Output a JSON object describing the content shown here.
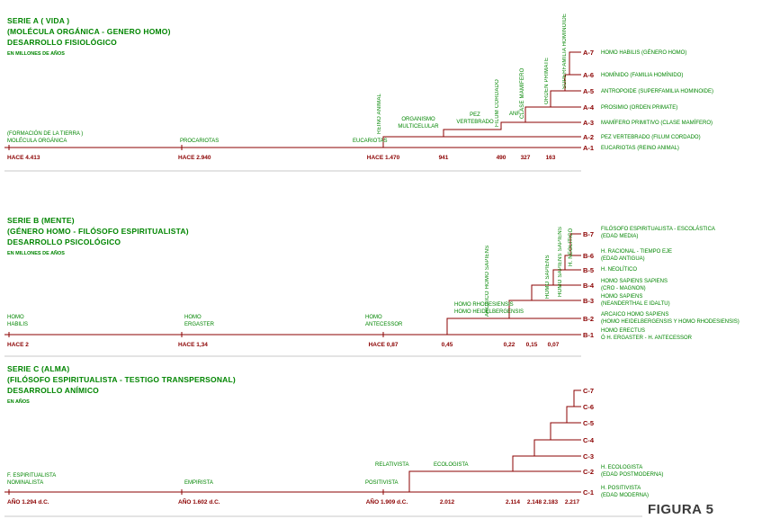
{
  "figure_label": "FIGURA 5",
  "colors": {
    "line_red": "#8b0000",
    "text_green": "#008500",
    "rule_gray": "#c8c8c8",
    "figure_gray": "#3a3a3a"
  },
  "series_a": {
    "title_line1": "SERIE A ( VIDA )",
    "title_line2": "(MOLÉCULA ORGÁNICA - GENERO HOMO)",
    "title_line3": "DESARROLLO FISIOLÓGICO",
    "unit": "EN MILLONES DE AÑOS",
    "origin_line1": "(FORMACIÓN DE LA TIERRA )",
    "origin_line2": "MOLÉCULA ORGÁNICA",
    "stage_labels": {
      "procariotas": "PROCARIOTAS",
      "eucariotas": "EUCARIOTAS",
      "organismo_line1": "ORGANISMO",
      "organismo_line2": "MULTICELULAR",
      "pez_line1": "PEZ",
      "pez_line2": "VERTEBRADO",
      "anf": "ANF."
    },
    "rotated_labels": {
      "reino_animal": "REINO ANIMAL",
      "filum_cordado": "FILUM CORDADO",
      "clase_mamifero": "CLASE MAMÍFERO",
      "orden_primate": "ORDEN PRIMATE",
      "superfamilia_hominoide": "SUPERFAMILIA HOMINOIDE"
    },
    "timeline_values": [
      "HACE 4.413",
      "HACE 2.940",
      "HACE 1.470",
      "941",
      "490",
      "327",
      "163"
    ],
    "ladder": [
      {
        "code": "A-7",
        "label": "HOMO HABILIS (GÉNERO HOMO)"
      },
      {
        "code": "A-6",
        "label": "HOMÍNIDO (FAMILIA HOMÍNIDO)"
      },
      {
        "code": "A-5",
        "label": "ANTROPOIDE (SUPERFAMILIA HOMINOIDE)"
      },
      {
        "code": "A-4",
        "label": "PROSIMIO (ORDEN PRIMATE)"
      },
      {
        "code": "A-3",
        "label": "MAMÍFERO PRIMITIVO (CLASE MAMÍFERO)"
      },
      {
        "code": "A-2",
        "label": "PEZ VERTEBRADO (FILUM CORDADO)"
      },
      {
        "code": "A-1",
        "label": "EUCARIOTAS (REINO ANIMAL)"
      }
    ]
  },
  "series_b": {
    "title_line1": "SERIE B (MENTE)",
    "title_line2": "(GÉNERO HOMO - FILÓSOFO ESPIRITUALISTA)",
    "title_line3": "DESARROLLO PSICOLÓGICO",
    "unit": "EN MILLONES DE AÑOS",
    "stage_labels": {
      "habilis_line1": "HOMO",
      "habilis_line2": "HABILIS",
      "ergaster_line1": "HOMO",
      "ergaster_line2": "ERGASTER",
      "antecessor_line1": "HOMO",
      "antecessor_line2": "ANTECESSOR",
      "rhodesiensis_line1": "HOMO RHODESIENSIS",
      "rhodesiensis_line2": "HOMO HEIDELBERGENSIS"
    },
    "rotated_labels": {
      "arcaico_homo_sapiens": "ARCAICO HOMO SAPIENS",
      "homo_sapiens": "HOMO SAPIENS",
      "homo_sapiens_sapiens": "HOMO SAPIENS SAPIENS",
      "h_neolitico": "H. NEOLÍTICO"
    },
    "timeline_values": [
      "HACE 2",
      "HACE 1,34",
      "HACE 0,87",
      "0,45",
      "0,22",
      "0,15",
      "0,07"
    ],
    "ladder": [
      {
        "code": "B-7",
        "label": "FILÓSOFO ESPIRITUALISTA - ESCOLÁSTICA",
        "label2": "(EDAD MEDIA)"
      },
      {
        "code": "B-6",
        "label": "H. RACIONAL - TIEMPO EJE",
        "label2": "(EDAD ANTIGUA)"
      },
      {
        "code": "B-5",
        "label": "H. NEOLÍTICO",
        "label2": ""
      },
      {
        "code": "B-4",
        "label": "HOMO SAPIENS SAPIENS",
        "label2": "(CRO - MAGNON)"
      },
      {
        "code": "B-3",
        "label": "HOMO SAPIENS",
        "label2": "(NEANDERTHAL E IDALTU)"
      },
      {
        "code": "B-2",
        "label": "ARCAICO HOMO SAPIENS",
        "label2": "(HOMO HEIDELBERGENSIS Y HOMO RHODESIENSIS)"
      },
      {
        "code": "B-1",
        "label": "HOMO ERECTUS",
        "label2": "Ó H. ERGASTER - H. ANTECESSOR"
      }
    ]
  },
  "series_c": {
    "title_line1": "SERIE C (ALMA)",
    "title_line2": "(FILÓSOFO ESPIRITUALISTA - TESTIGO TRANSPERSONAL)",
    "title_line3": "DESARROLLO ANÍMICO",
    "unit": "EN AÑOS",
    "stage_labels": {
      "espiritualista_line1": "F. ESPIRITUALISTA",
      "espiritualista_line2": "NOMINALISTA",
      "empirista": "EMPIRISTA",
      "positivista": "POSITIVISTA",
      "relativista": "RELATIVISTA",
      "ecologista": "ECOLOGISTA"
    },
    "timeline_values": [
      "AÑO 1.294 d.C.",
      "AÑO 1.602 d.C.",
      "AÑO 1.909 d.C.",
      "2.012",
      "2.114",
      "2.148",
      "2.183",
      "2.217"
    ],
    "ladder": [
      {
        "code": "C-7"
      },
      {
        "code": "C-6"
      },
      {
        "code": "C-5"
      },
      {
        "code": "C-4"
      },
      {
        "code": "C-3"
      },
      {
        "code": "C-2",
        "label": "H. ECOLOGISTA",
        "label2": "(EDAD POSTMODERNA)"
      },
      {
        "code": "C-1",
        "label": "H. POSITIVISTA",
        "label2": "(EDAD MODERNA)"
      }
    ]
  }
}
